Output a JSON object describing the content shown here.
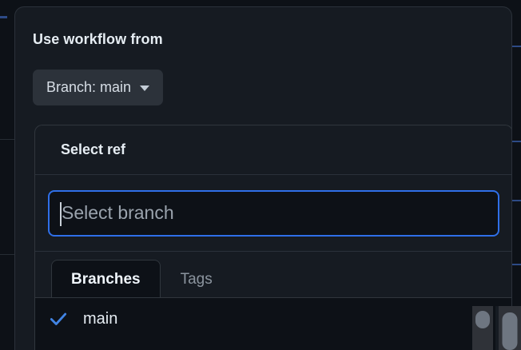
{
  "popover": {
    "title": "Use workflow from",
    "branch_button": {
      "label": "Branch: main",
      "caret_icon": "chevron-down-icon"
    }
  },
  "select_ref": {
    "header": "Select ref",
    "search": {
      "placeholder": "Select branch",
      "value": "",
      "focused": true
    },
    "tabs": [
      {
        "label": "Branches",
        "active": true
      },
      {
        "label": "Tags",
        "active": false
      }
    ],
    "items": [
      {
        "label": "main",
        "selected": true,
        "check_icon": "check-icon"
      }
    ]
  },
  "colors": {
    "page_background": "#0d1117",
    "panel_background": "#161b22",
    "panel_border": "#30363d",
    "accent_blue": "#2f6fe8",
    "check_blue": "#4184e4",
    "button_background": "#2c323a",
    "text_primary": "#e6edf3",
    "text_muted": "#8b949e",
    "scrollbar_thumb": "#6e7681",
    "scrollbar_track": "#2f3238"
  }
}
